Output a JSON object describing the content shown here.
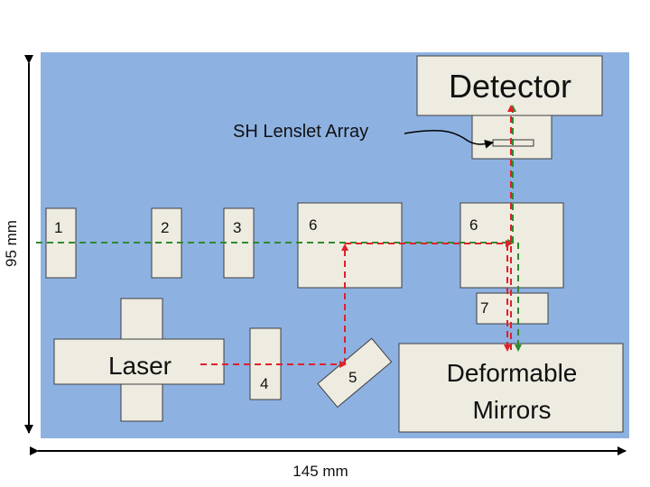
{
  "diagram": {
    "colors": {
      "board": "#8DB1E1",
      "component_fill": "#EEEBE0",
      "component_stroke": "#3F3F3F",
      "beam_green": "#2E8B2E",
      "beam_red": "#E0202A",
      "text": "#111111"
    },
    "labels": {
      "detector": "Detector",
      "lenslet": "SH Lenslet Array",
      "laser": "Laser",
      "dm_line1": "Deformable",
      "dm_line2": "Mirrors",
      "c1": "1",
      "c2": "2",
      "c3": "3",
      "c4": "4",
      "c5": "5",
      "c6a": "6",
      "c6b": "6",
      "c7": "7"
    },
    "dimensions": {
      "height": "95 mm",
      "width": "145 mm"
    }
  }
}
